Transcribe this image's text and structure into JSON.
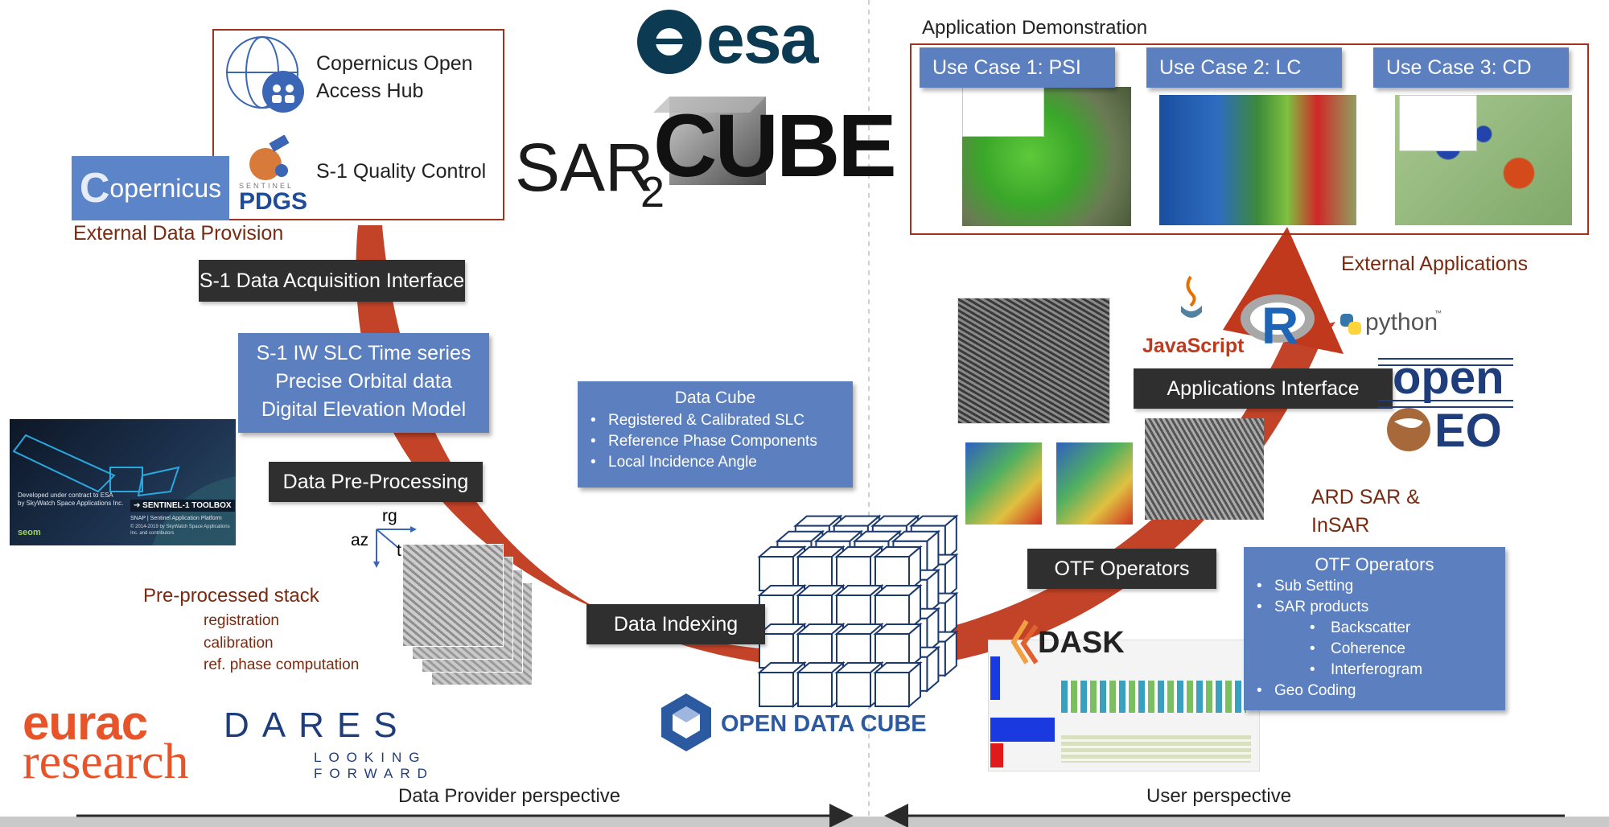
{
  "logos": {
    "esa_text": "esa",
    "sar_text": "SAR",
    "sar_sub": "2",
    "cube_text": "CUBE",
    "copernicus_text": "opernicus",
    "copernicus_c": "C",
    "pdgs_text": "PDGS",
    "sentinel_text": "SENTINEL",
    "eurac_line1": "eurac",
    "eurac_line2": "research",
    "dares_text": "DARES",
    "dares_tagline1": "LOOKING",
    "dares_tagline2": "FORWARD",
    "opendatacube_text": "OPEN DATA CUBE",
    "dask_text": "DASK",
    "javascript_text": "JavaScript",
    "r_text": "R",
    "python_text": "python",
    "python_tm": "™",
    "openeo_line1": "open",
    "openeo_line2": "EO"
  },
  "provision": {
    "hub_label": "Copernicus Open\nAccess Hub",
    "qc_label": "S-1 Quality Control",
    "section_label": "External Data Provision"
  },
  "pipeline": {
    "acquisition_interface": "S-1 Data Acquisition Interface",
    "inputs": [
      "S-1 IW SLC Time series",
      "Precise Orbital data",
      "Digital Elevation Model"
    ],
    "preprocessing": "Data Pre-Processing",
    "indexing": "Data Indexing",
    "axis_rg": "rg",
    "axis_az": "az",
    "axis_t": "t",
    "stack_title": "Pre-processed stack",
    "stack_steps": [
      "registration",
      "calibration",
      "ref. phase computation"
    ]
  },
  "snap": {
    "contract_line1": "Developed under contract to ESA",
    "contract_line2": "by SkyWatch Space Applications Inc.",
    "toolbox_label": "➔ SENTINEL-1 TOOLBOX",
    "platform_label": "SNAP | Sentinel Application Platform",
    "copyright_label": "© 2014-2019 by SkyWatch Space Applications Inc. and contributors",
    "seom_label": "seom"
  },
  "datacube": {
    "title": "Data Cube",
    "items": [
      "Registered & Calibrated SLC",
      "Reference Phase Components",
      "Local Incidence Angle"
    ]
  },
  "application_demo": {
    "title": "Application Demonstration",
    "use_cases": [
      "Use Case 1: PSI",
      "Use Case 2: LC",
      "Use Case 3: CD"
    ]
  },
  "user_side": {
    "external_applications": "External Applications",
    "applications_interface": "Applications Interface",
    "otf_operators_label": "OTF Operators",
    "ard_label": "ARD SAR &\nInSAR",
    "otf_box_title": "OTF Operators",
    "otf_items": [
      {
        "text": "Sub Setting",
        "level": 0
      },
      {
        "text": "SAR products",
        "level": 0
      },
      {
        "text": "Backscatter",
        "level": 1
      },
      {
        "text": "Coherence",
        "level": 1
      },
      {
        "text": "Interferogram",
        "level": 1
      },
      {
        "text": "Geo Coding",
        "level": 0
      }
    ]
  },
  "perspectives": {
    "provider": "Data Provider perspective",
    "user": "User perspective"
  },
  "colors": {
    "arrow": "#c0391c",
    "dark_box": "#2f2f2f",
    "blue_box": "#5b7fbf",
    "brown_text": "#7a2a10",
    "frame": "#a2311e",
    "eurac": "#e8542a"
  }
}
